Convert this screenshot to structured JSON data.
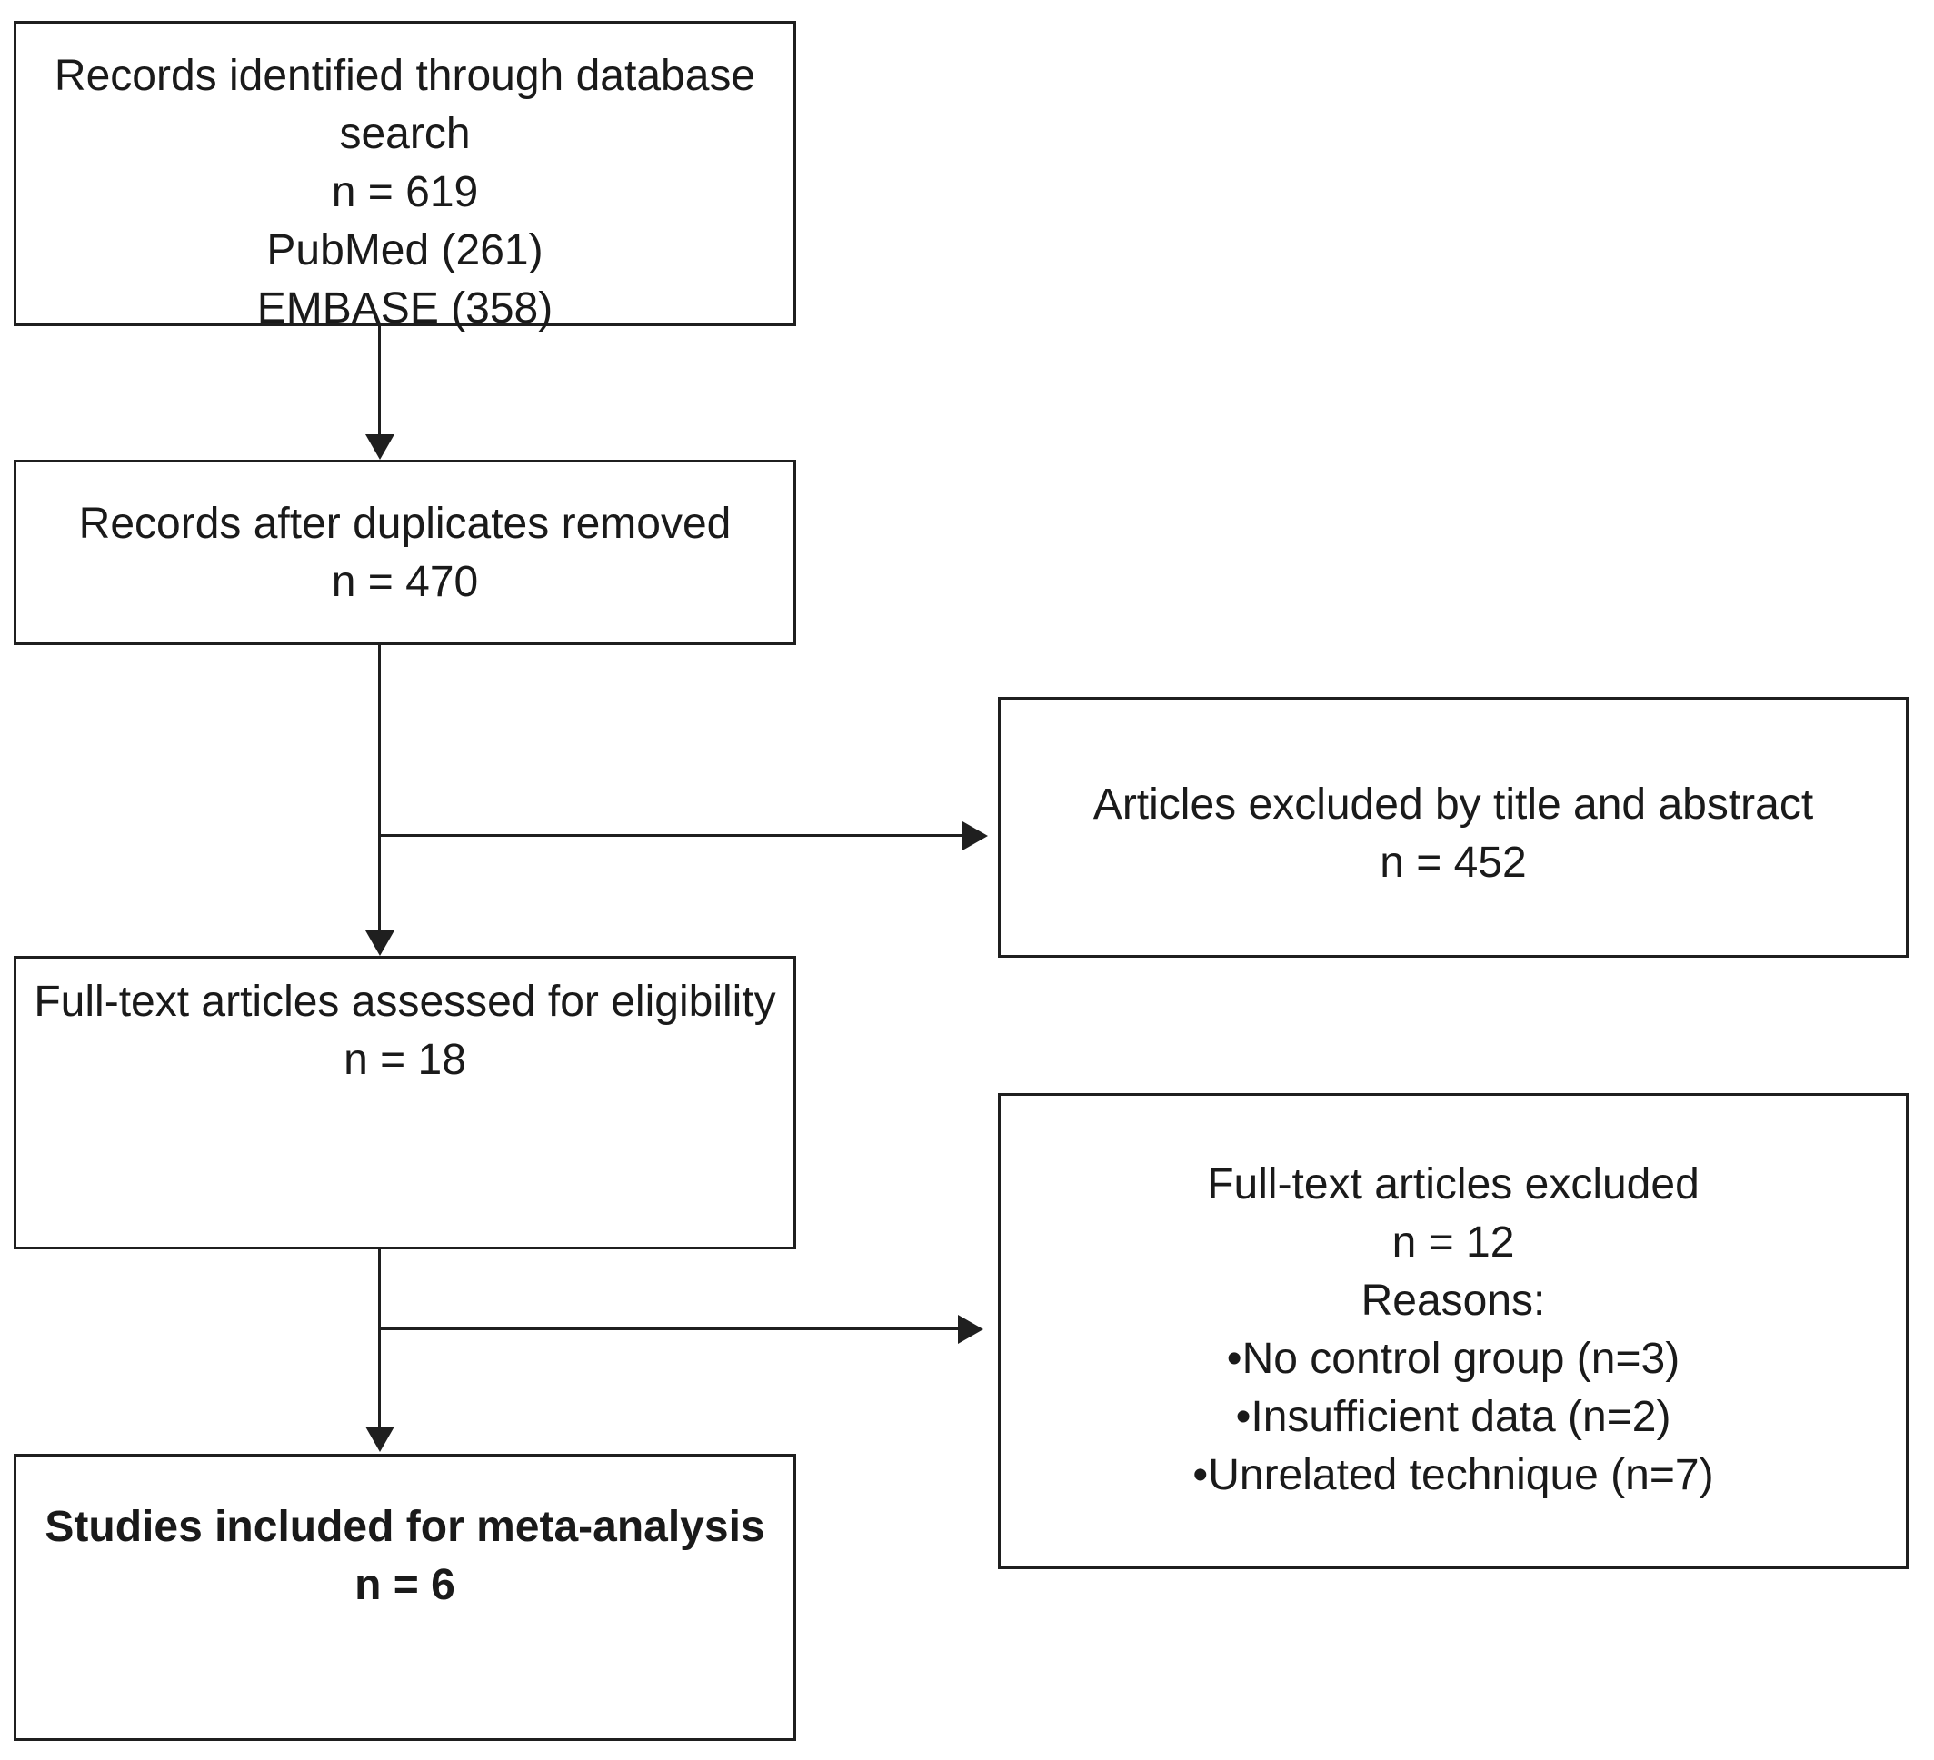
{
  "diagram_type": "prisma-flowchart",
  "colors": {
    "background": "#ffffff",
    "line": "#1f1f1f",
    "text": "#1a1a1a"
  },
  "boxes": [
    {
      "name": "records-identified",
      "lines": [
        "Records identified through database",
        "search",
        "n = 619",
        "PubMed (261)",
        "EMBASE (358)"
      ]
    },
    {
      "name": "duplicates-removed",
      "lines": [
        "Records after duplicates removed",
        "n = 470"
      ]
    },
    {
      "name": "fulltext-assessed",
      "lines": [
        "Full-text articles assessed for eligibility",
        "n = 18"
      ]
    },
    {
      "name": "included-meta-analysis",
      "bold": true,
      "lines": [
        "Studies included for meta-analysis",
        "n = 6"
      ]
    },
    {
      "name": "excluded-title-abstract",
      "lines": [
        "Articles excluded by title and abstract",
        "n = 452"
      ]
    },
    {
      "name": "fulltext-excluded",
      "lines": [
        "Full-text articles excluded",
        "n = 12",
        "Reasons:",
        "•No control group (n=3)",
        "•Insufficient data (n=2)",
        "•Unrelated technique (n=7)"
      ]
    }
  ],
  "connectors": [
    {
      "from": "records-identified",
      "to": "duplicates-removed",
      "type": "arrow-down"
    },
    {
      "from": "duplicates-removed",
      "to": "fulltext-assessed",
      "type": "arrow-down"
    },
    {
      "from": "duplicates-removed",
      "to": "excluded-title-abstract",
      "type": "arrow-right-branch"
    },
    {
      "from": "fulltext-assessed",
      "to": "included-meta-analysis",
      "type": "arrow-down"
    },
    {
      "from": "fulltext-assessed",
      "to": "fulltext-excluded",
      "type": "arrow-right-branch"
    }
  ]
}
